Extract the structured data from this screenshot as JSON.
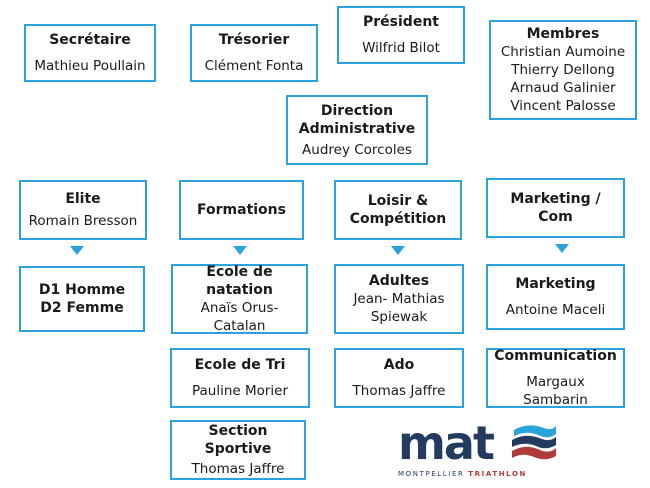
{
  "secretaire": {
    "title": "Secrétaire",
    "name": "Mathieu Poullain"
  },
  "tresorier": {
    "title": "Trésorier",
    "name": "Clément Fonta"
  },
  "president": {
    "title": "Président",
    "name": "Wilfrid Bilot"
  },
  "membres": {
    "title": "Membres",
    "names": [
      "Christian Aumoine",
      "Thierry Dellong",
      "Arnaud Galinier",
      "Vincent Palosse"
    ]
  },
  "direction": {
    "title_lines": [
      "Direction",
      "Administrative"
    ],
    "name": "Audrey Corcoles"
  },
  "elite": {
    "title": "Elite",
    "name": "Romain Bresson"
  },
  "formations": {
    "title": "Formations"
  },
  "loisir": {
    "title_lines": [
      "Loisir &",
      "Compétition"
    ]
  },
  "marketing_com": {
    "title": "Marketing / Com"
  },
  "d1": {
    "title_lines": [
      "D1 Homme",
      "D2 Femme"
    ]
  },
  "natation": {
    "title_lines": [
      "Ecole de",
      "natation"
    ],
    "name": "Anaïs Orus-Catalan"
  },
  "adultes": {
    "title": "Adultes",
    "name_lines": [
      "Jean- Mathias",
      "Spiewak"
    ]
  },
  "marketing": {
    "title": "Marketing",
    "name": "Antoine Maceli"
  },
  "tri": {
    "title": "Ecole de Tri",
    "name": "Pauline Morier"
  },
  "ado": {
    "title": "Ado",
    "name": "Thomas Jaffre"
  },
  "communication": {
    "title": "Communication",
    "name": "Margaux Sambarin"
  },
  "section": {
    "title": "Section Sportive",
    "name": "Thomas Jaffre"
  },
  "logo": {
    "wordmark": "mat",
    "sub_part1": "MONTPELLIER",
    "sub_part2": "TRIATHLON"
  },
  "colors": {
    "border": "#2aa3dc",
    "logo_navy": "#243b60",
    "logo_red": "#b03b3b"
  }
}
